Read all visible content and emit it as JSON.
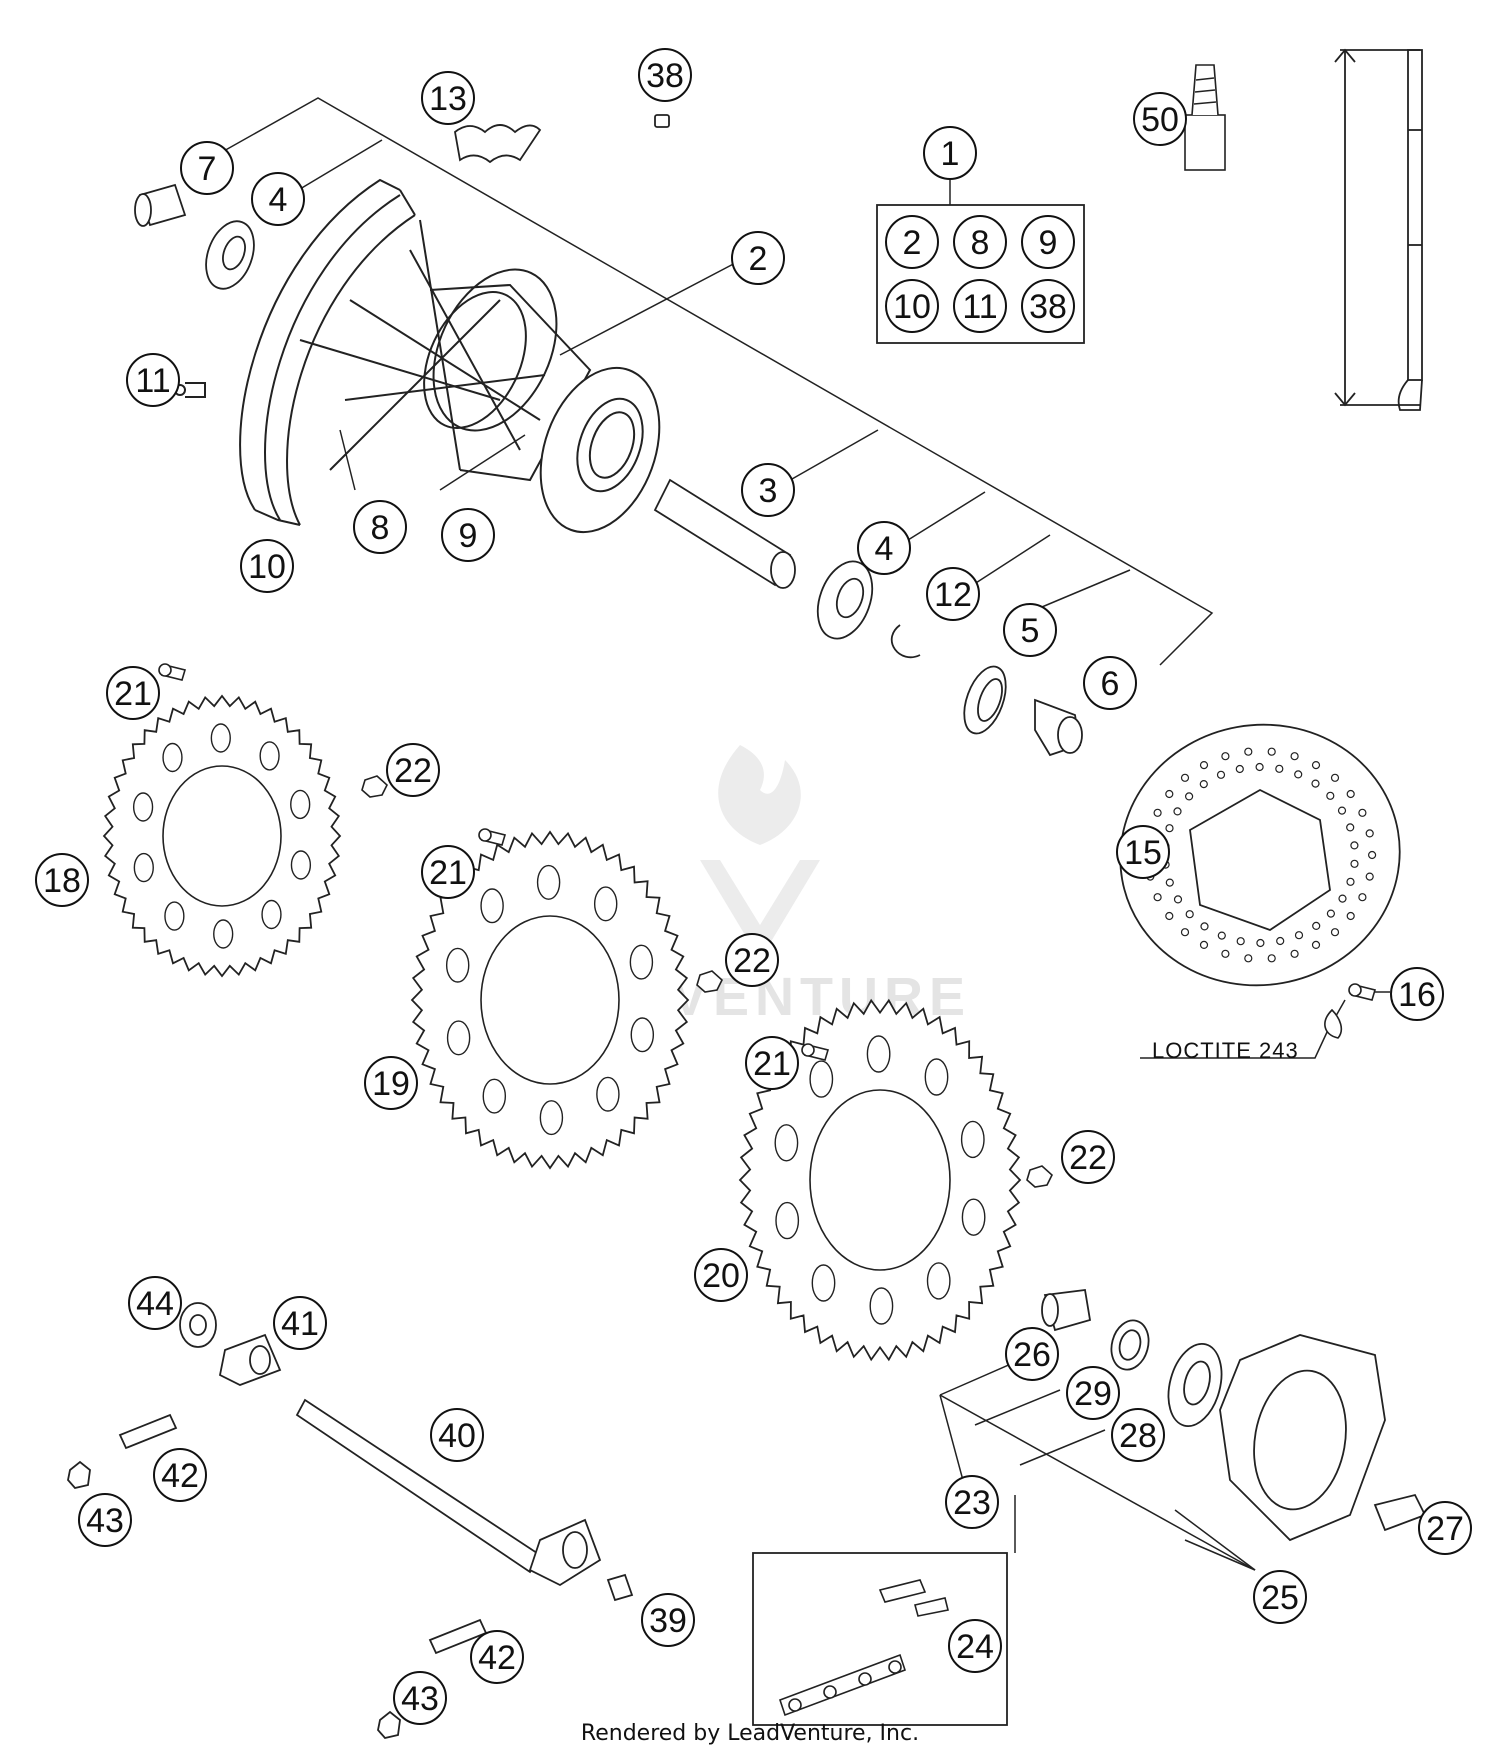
{
  "diagram": {
    "callouts": [
      {
        "id": "c-13",
        "label": "13"
      },
      {
        "id": "c-38-top",
        "label": "38"
      },
      {
        "id": "c-7",
        "label": "7"
      },
      {
        "id": "c-4a",
        "label": "4"
      },
      {
        "id": "c-2",
        "label": "2"
      },
      {
        "id": "c-1",
        "label": "1"
      },
      {
        "id": "c-50",
        "label": "50"
      },
      {
        "id": "c-11",
        "label": "11"
      },
      {
        "id": "c-8",
        "label": "8"
      },
      {
        "id": "c-9",
        "label": "9"
      },
      {
        "id": "c-10",
        "label": "10"
      },
      {
        "id": "c-3",
        "label": "3"
      },
      {
        "id": "c-4b",
        "label": "4"
      },
      {
        "id": "c-12",
        "label": "12"
      },
      {
        "id": "c-5",
        "label": "5"
      },
      {
        "id": "c-6",
        "label": "6"
      },
      {
        "id": "c-21a",
        "label": "21"
      },
      {
        "id": "c-22a",
        "label": "22"
      },
      {
        "id": "c-18",
        "label": "18"
      },
      {
        "id": "c-21b",
        "label": "21"
      },
      {
        "id": "c-22b",
        "label": "22"
      },
      {
        "id": "c-19",
        "label": "19"
      },
      {
        "id": "c-15",
        "label": "15"
      },
      {
        "id": "c-16",
        "label": "16"
      },
      {
        "id": "c-21c",
        "label": "21"
      },
      {
        "id": "c-22c",
        "label": "22"
      },
      {
        "id": "c-20",
        "label": "20"
      },
      {
        "id": "c-44",
        "label": "44"
      },
      {
        "id": "c-41",
        "label": "41"
      },
      {
        "id": "c-40",
        "label": "40"
      },
      {
        "id": "c-42a",
        "label": "42"
      },
      {
        "id": "c-43a",
        "label": "43"
      },
      {
        "id": "c-26",
        "label": "26"
      },
      {
        "id": "c-29",
        "label": "29"
      },
      {
        "id": "c-28",
        "label": "28"
      },
      {
        "id": "c-27",
        "label": "27"
      },
      {
        "id": "c-25",
        "label": "25"
      },
      {
        "id": "c-23",
        "label": "23"
      },
      {
        "id": "c-24",
        "label": "24"
      },
      {
        "id": "c-39",
        "label": "39"
      },
      {
        "id": "c-42b",
        "label": "42"
      },
      {
        "id": "c-43b",
        "label": "43"
      }
    ],
    "kit_box": {
      "items": [
        "2",
        "8",
        "9",
        "10",
        "11",
        "38"
      ]
    },
    "loctite_label": "LOCTITE 243",
    "watermark": "LEADVENTURE",
    "footer": "Rendered by LeadVenture, Inc."
  }
}
